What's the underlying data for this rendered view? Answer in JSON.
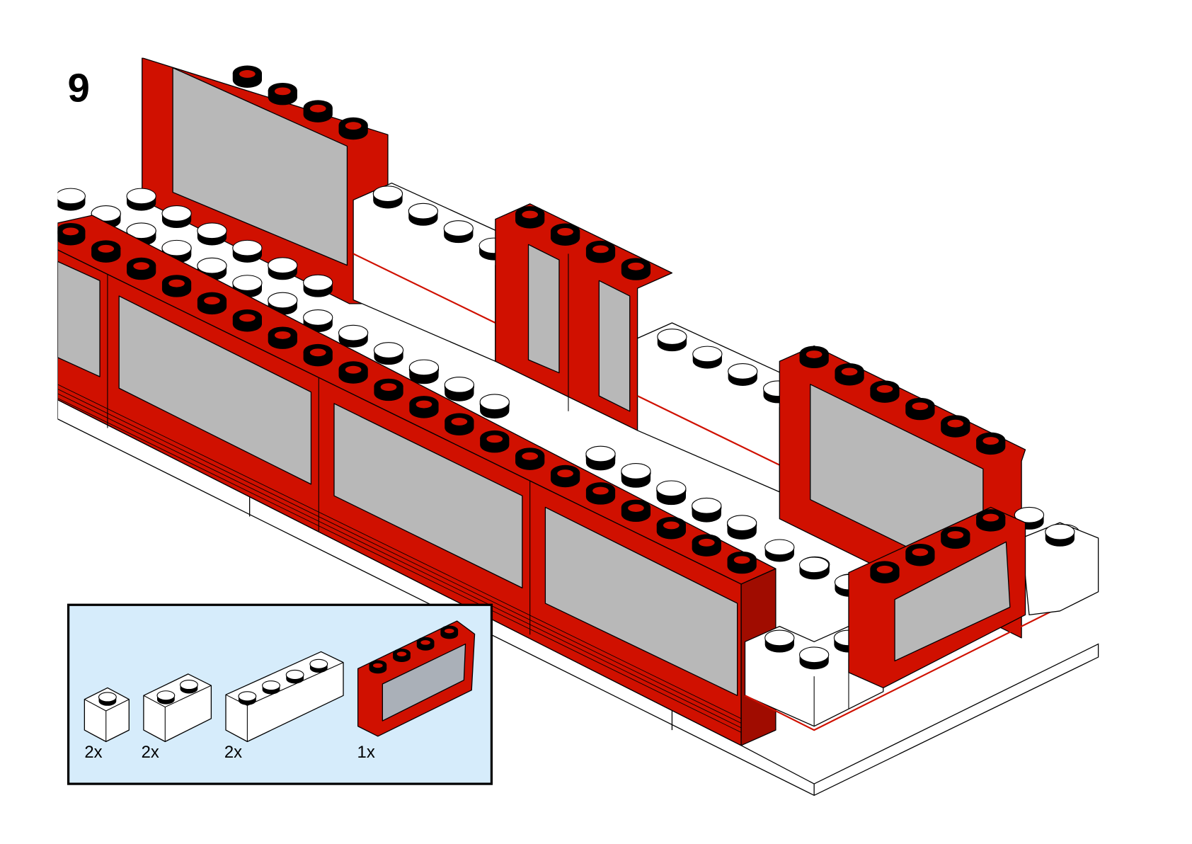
{
  "step": {
    "number": "9"
  },
  "parts_list": [
    {
      "qty": "2x",
      "color": "white"
    },
    {
      "qty": "2x",
      "color": "white"
    },
    {
      "qty": "2x",
      "color": "white"
    },
    {
      "qty": "1x",
      "color": "red"
    }
  ],
  "colors": {
    "red": "#d01000",
    "dark_red": "#a00c00",
    "glass": "#b8b8b8",
    "parts_bg": "#d6ecfb",
    "white": "#ffffff",
    "outline": "#000000"
  }
}
